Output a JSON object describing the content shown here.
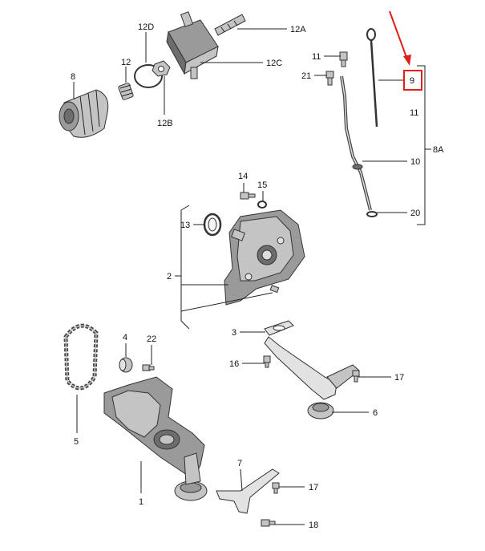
{
  "diagram": {
    "labels": {
      "l12D": "12D",
      "l12A": "12A",
      "l12C": "12C",
      "l12": "12",
      "l12B": "12B",
      "l8": "8",
      "l11a": "11",
      "l21": "21",
      "l9": "9",
      "l11b": "11",
      "l8A": "8A",
      "l10": "10",
      "l20": "20",
      "l14": "14",
      "l15": "15",
      "l13": "13",
      "l2": "2",
      "l3": "3",
      "l16": "16",
      "l17a": "17",
      "l6": "6",
      "l4": "4",
      "l22": "22",
      "l5": "5",
      "l1": "1",
      "l7": "7",
      "l17b": "17",
      "l18": "18"
    },
    "highlight": {
      "label": "9",
      "color": "#e0201c"
    },
    "colors": {
      "line": "#222222",
      "part_dark": "#6d6d6d",
      "part_mid": "#9a9a9a",
      "part_light": "#c4c4c4"
    }
  }
}
